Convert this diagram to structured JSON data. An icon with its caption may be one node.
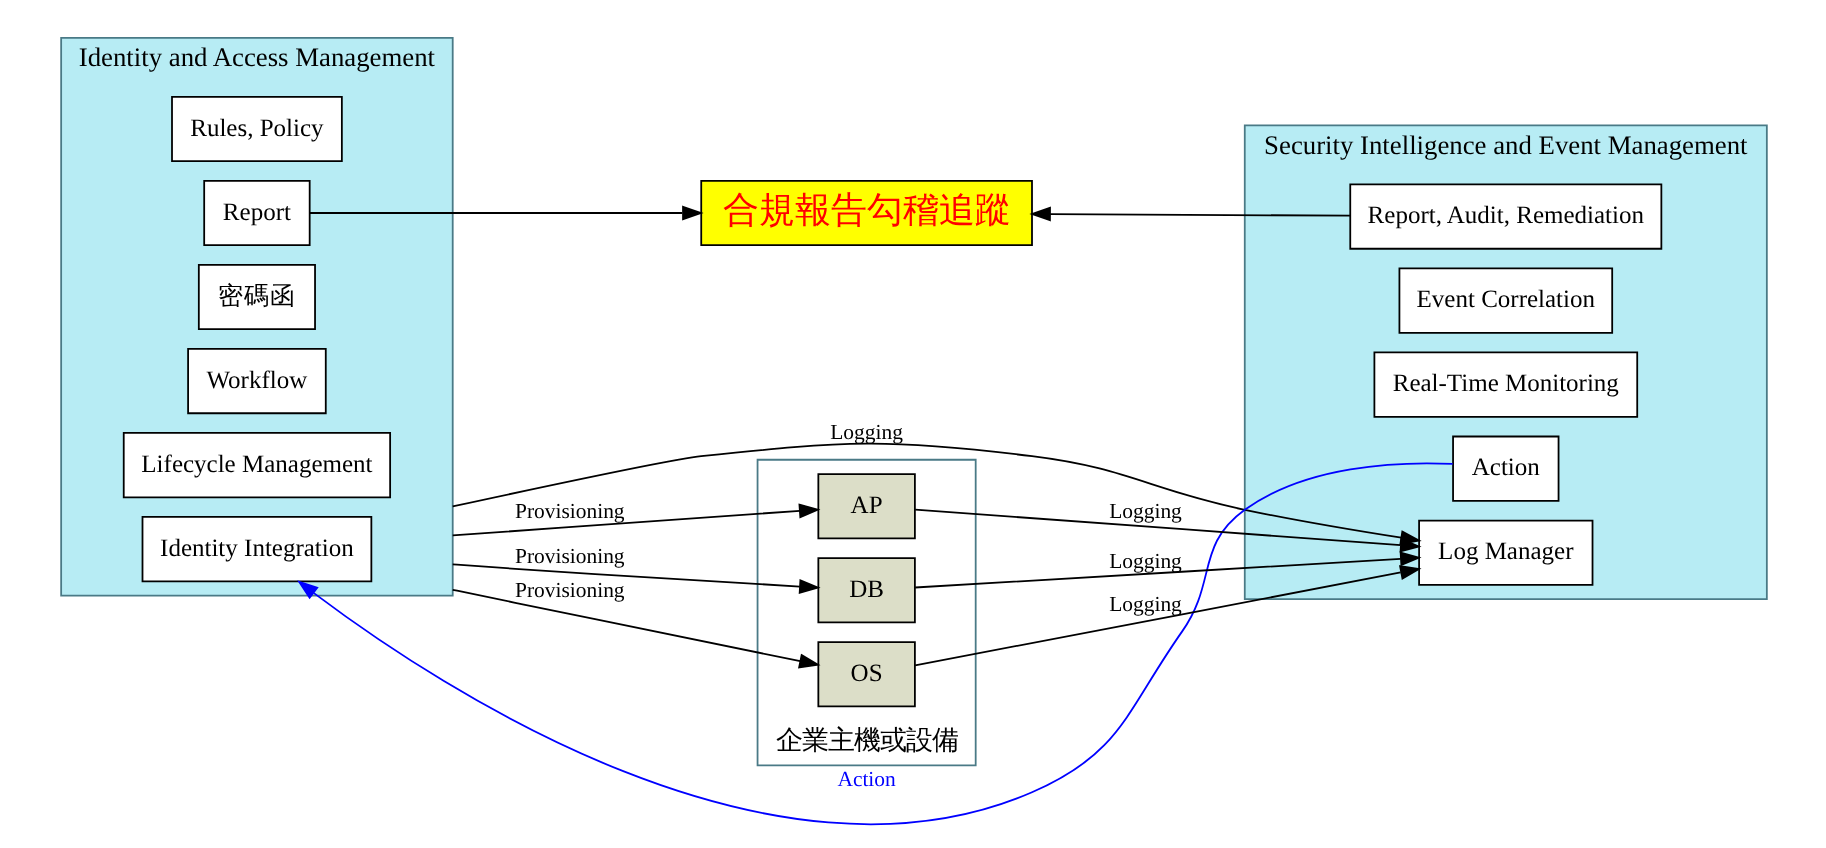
{
  "diagram": {
    "nodes": [
      {
        "text": [
          "Identity and Access Management"
        ]
      },
      {
        "text": [
          "Rules, Policy"
        ],
        "in": 0
      },
      {
        "text": [
          "Report"
        ],
        "in": 0
      },
      {
        "text": [
          "密碼函"
        ],
        "in": 0
      },
      {
        "text": [
          "Workflow"
        ],
        "in": 0
      },
      {
        "text": [
          "Lifecycle Management"
        ],
        "in": 0
      },
      {
        "text": [
          "Identity Integration"
        ],
        "in": 0
      },
      {
        "text": [
          "合規報告勾稽追蹤"
        ]
      },
      {
        "text": [
          "Security Intelligence and Event Management"
        ]
      },
      {
        "text": [
          "Report, Audit, Remediation"
        ],
        "in": 8
      },
      {
        "text": [
          "Event Correlation"
        ],
        "in": 8
      },
      {
        "text": [
          "Real-Time Monitoring"
        ],
        "in": 8
      },
      {
        "text": [
          "Action"
        ],
        "in": 8
      },
      {
        "text": [
          "Log Manager"
        ],
        "in": 8
      },
      {
        "text": [
          "企業主機或設備"
        ]
      },
      {
        "text": [
          "AP"
        ],
        "in": 14
      },
      {
        "text": [
          "DB"
        ],
        "in": 14
      },
      {
        "text": [
          "OS"
        ],
        "in": 14
      }
    ],
    "edges": [
      {
        "from": 2,
        "to": 7,
        "arrow": "to"
      },
      {
        "from": 9,
        "to": 7,
        "arrow": "to"
      },
      {
        "from": 12,
        "to": 6,
        "arrow": "to",
        "label": "Action",
        "color": "#0000ff"
      },
      {
        "from": 0,
        "to": 13,
        "arrow": "to",
        "label": "Logging"
      },
      {
        "from": 0,
        "to": 15,
        "arrow": "to",
        "label": "Provisioning"
      },
      {
        "from": 0,
        "to": 16,
        "arrow": "to",
        "label": "Provisioning"
      },
      {
        "from": 0,
        "to": 17,
        "arrow": "to",
        "label": "Provisioning"
      },
      {
        "from": 15,
        "to": 13,
        "arrow": "to",
        "label": "Logging"
      },
      {
        "from": 16,
        "to": 13,
        "arrow": "to",
        "label": "Logging"
      },
      {
        "from": 17,
        "to": 13,
        "arrow": "to",
        "label": "Logging"
      }
    ]
  }
}
